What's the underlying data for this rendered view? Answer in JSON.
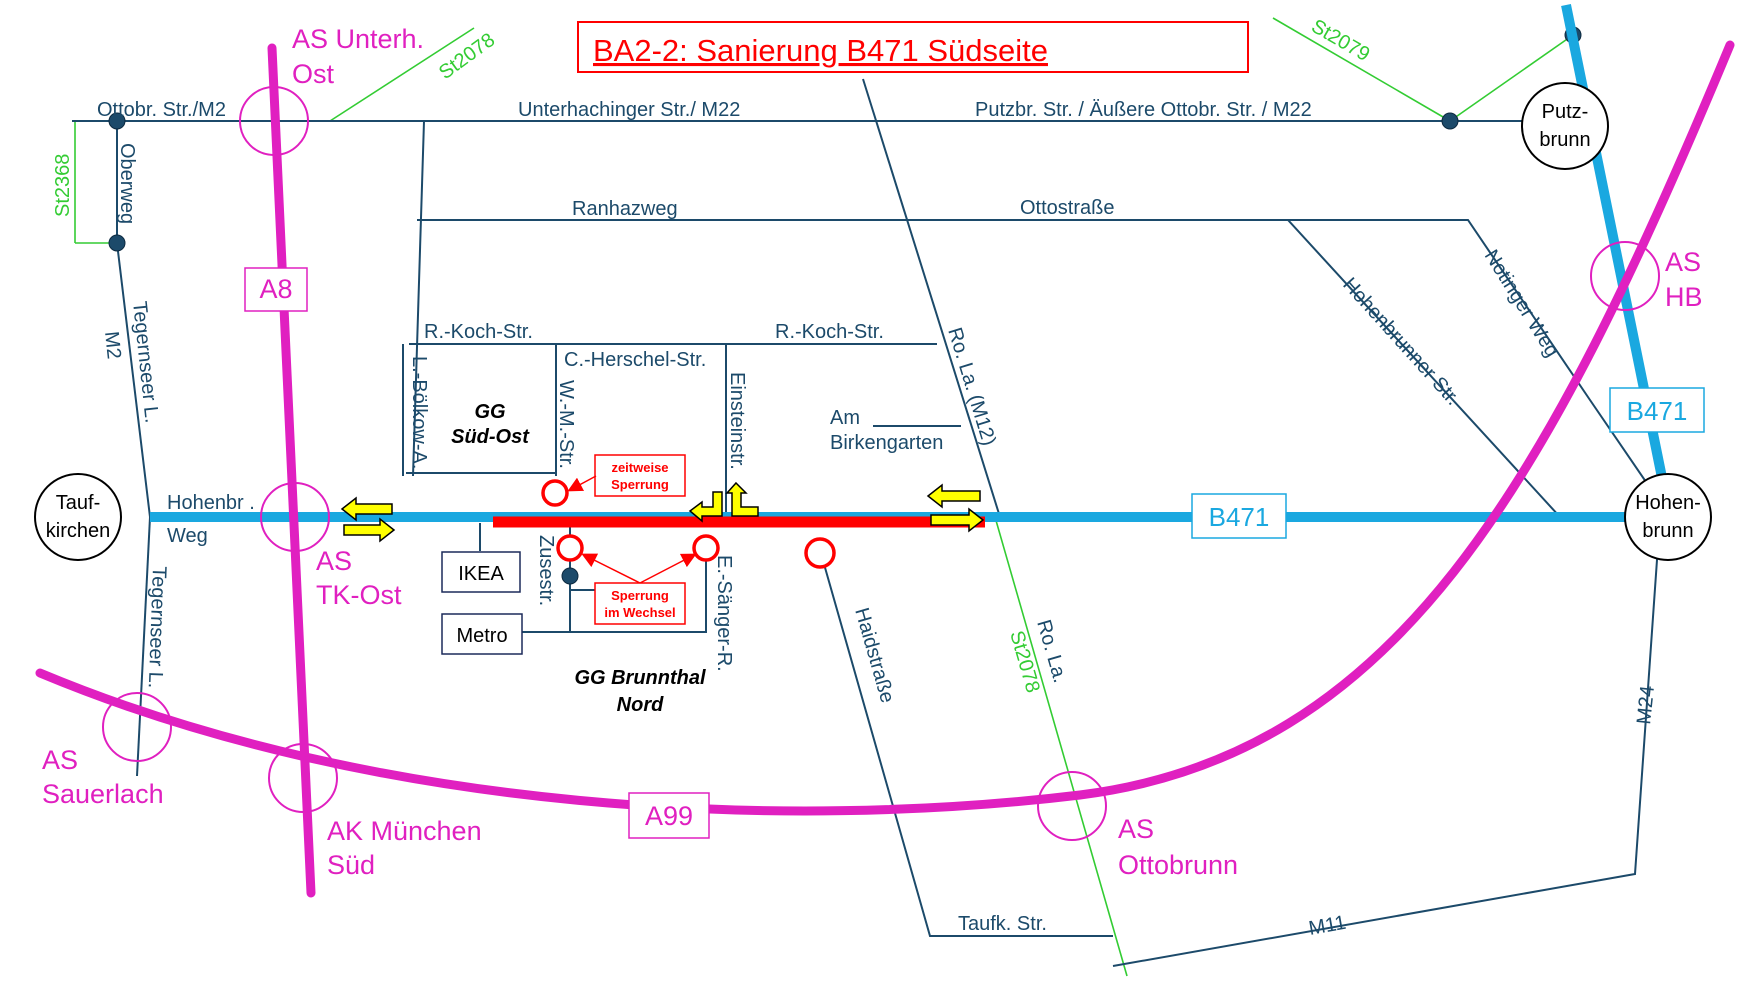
{
  "title": "BA2-2: Sanierung B471 Südseite",
  "colors": {
    "title": "#ff0000",
    "street": "#1c4a6a",
    "state_road": "#33cc33",
    "motorway": "#e020c0",
    "federal_road": "#1aa8e0",
    "construction": "#ff0000",
    "arrow": "#ffff00"
  },
  "streets": {
    "ottobr_m2": "Ottobr. Str./M2",
    "unterhachinger": "Unterhachinger  Str./ M22",
    "putzbr": "Putzbr.  Str. / Äußere Ottobr. Str. / M22",
    "ranhazweg": "Ranhazweg",
    "ottostrasse": "Ottostraße",
    "oberweg": "Oberweg",
    "tegernseer_1": "Tegernseer  L.",
    "m2": "M2",
    "tegernseer_2": "Tegernseer L.",
    "rkoch_1": "R.-Koch-Str.",
    "rkoch_2": "R.-Koch-Str.",
    "cherschel": "C.-Herschel-Str.",
    "lboelkow": "L.-Bölkow-A.",
    "wm": "W.-M.-Str.",
    "einstein": "Einsteinstr.",
    "am_birken_1": "Am",
    "am_birken_2": "Birkengarten",
    "rola_m12": "Ro. La. (M12)",
    "hohenbrunner": "Hohenbrunner Str.",
    "notinger": "Notinger Weg",
    "hohenbr_1": "Hohenbr .",
    "hohenbr_2": "Weg",
    "zusestr": "Zusestr.",
    "esaenger": "E.-Sänger-R.",
    "haidstrasse": "Haidstraße",
    "rola_2": "Ro. La.",
    "m24": "M24",
    "taufk": "Taufk.  Str.",
    "m11": "M11"
  },
  "state_roads": {
    "st2078_top": "St2078",
    "st2079": "St2079",
    "st2368": "St2368",
    "st2078_bottom": "St2078"
  },
  "motorway": {
    "as_unterh_1": "AS Unterh.",
    "as_unterh_2": "Ost",
    "a8": "A8",
    "as_tk_1": "AS",
    "as_tk_2": "TK-Ost",
    "as_sauerlach_1": "AS",
    "as_sauerlach_2": "Sauerlach",
    "ak_1": "AK München",
    "ak_2": "Süd",
    "a99": "A99",
    "as_otto_1": "AS",
    "as_otto_2": "Ottobrunn",
    "as_hb_1": "AS",
    "as_hb_2": "HB"
  },
  "federal": {
    "b471_center": "B471",
    "b471_right": "B471"
  },
  "towns": {
    "putz_1": "Putz-",
    "putz_2": "brunn",
    "tauf_1": "Tauf-",
    "tauf_2": "kirchen",
    "hohen_1": "Hohen-",
    "hohen_2": "brunn"
  },
  "areas": {
    "gg_sued_1": "GG",
    "gg_sued_2": "Süd-Ost",
    "gg_brunn_1": "GG Brunnthal",
    "gg_brunn_2": "Nord"
  },
  "businesses": {
    "ikea": "IKEA",
    "metro": "Metro"
  },
  "notes": {
    "zeitweise_1": "zeitweise",
    "zeitweise_2": "Sperrung",
    "wechsel_1": "Sperrung",
    "wechsel_2": "im Wechsel"
  }
}
